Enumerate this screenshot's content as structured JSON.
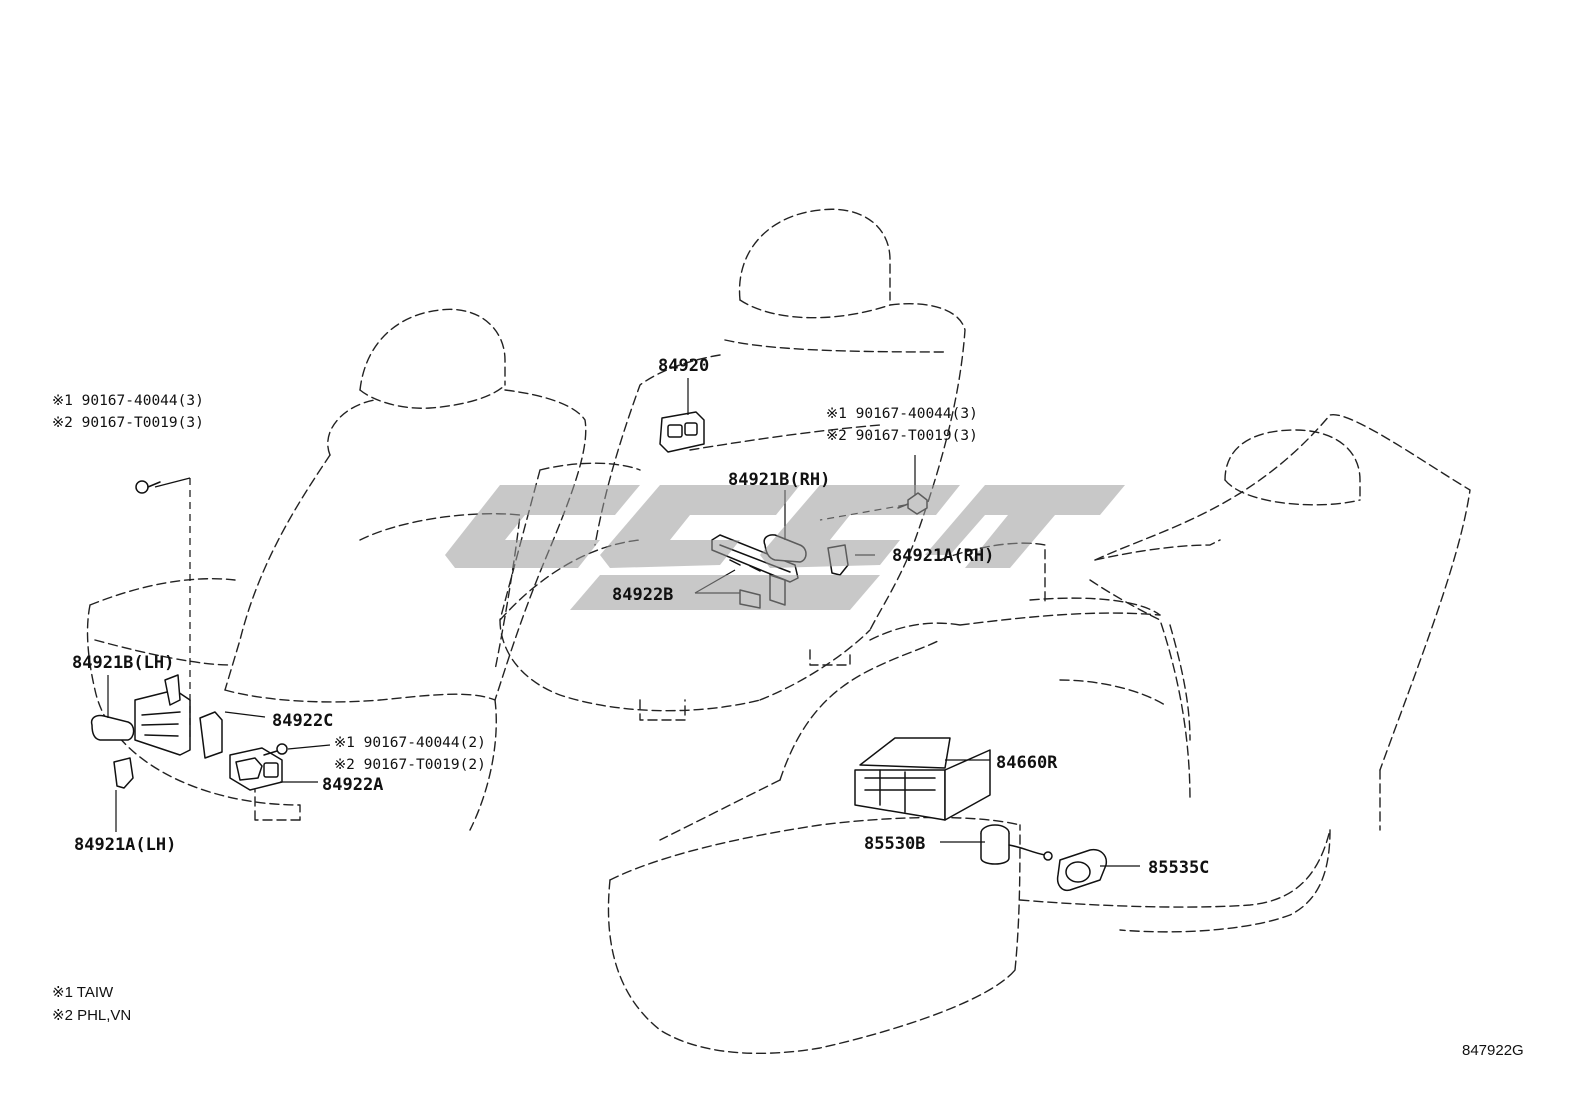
{
  "labels": {
    "p84920": "84920",
    "p84921b_rh": "84921B(RH)",
    "p84921a_rh": "84921A(RH)",
    "p84922b": "84922B",
    "p84921b_lh": "84921B(LH)",
    "p84922c": "84922C",
    "p84922a": "84922A",
    "p84921a_lh": "84921A(LH)",
    "p84660r": "84660R",
    "p85530b": "85530B",
    "p85535c": "85535C"
  },
  "screw_callouts": {
    "top_left": [
      "※1 90167-40044(3)",
      "※2 90167-T0019(3)"
    ],
    "top_right": [
      "※1 90167-40044(3)",
      "※2 90167-T0019(3)"
    ],
    "lower_left": [
      "※1 90167-40044(2)",
      "※2 90167-T0019(2)"
    ]
  },
  "legend": {
    "note1": "※1 TAIW",
    "note2": "※2 PHL,VN"
  },
  "diagram_code": "847922G",
  "watermark_text": "CYGT"
}
